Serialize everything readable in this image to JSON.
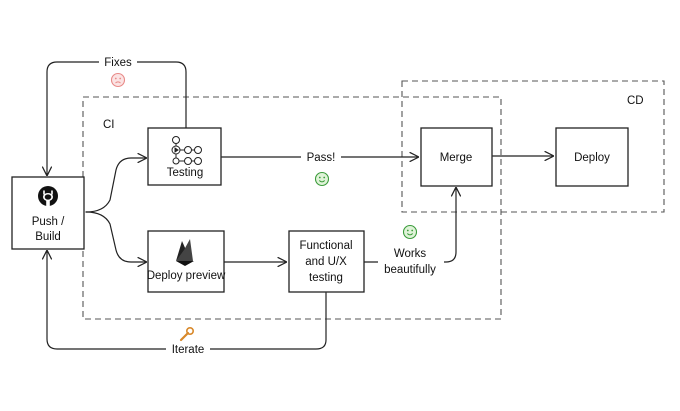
{
  "regions": {
    "ci": "CI",
    "cd": "CD"
  },
  "nodes": {
    "push_build": [
      "Push /",
      "Build"
    ],
    "testing": "Testing",
    "deploy_preview": "Deploy preview",
    "functional_testing": [
      "Functional",
      "and U/X",
      "testing"
    ],
    "merge": "Merge",
    "deploy": "Deploy"
  },
  "edges": {
    "fixes": "Fixes",
    "pass": "Pass!",
    "works": [
      "Works",
      "beautifully"
    ],
    "iterate": "Iterate"
  },
  "icons": {
    "github": "github-icon",
    "actions": "actions-workflow-icon",
    "preview": "firebase-icon",
    "sad": "sad-face-icon",
    "happy": "happy-face-icon",
    "wrench": "wrench-icon"
  },
  "colors": {
    "sad_face": "#e88a88",
    "sad_face_fill": "#fbe3e3",
    "happy_face": "#3c9c3c",
    "happy_face_fill": "#dff3d8",
    "wrench": "#d8882a"
  }
}
